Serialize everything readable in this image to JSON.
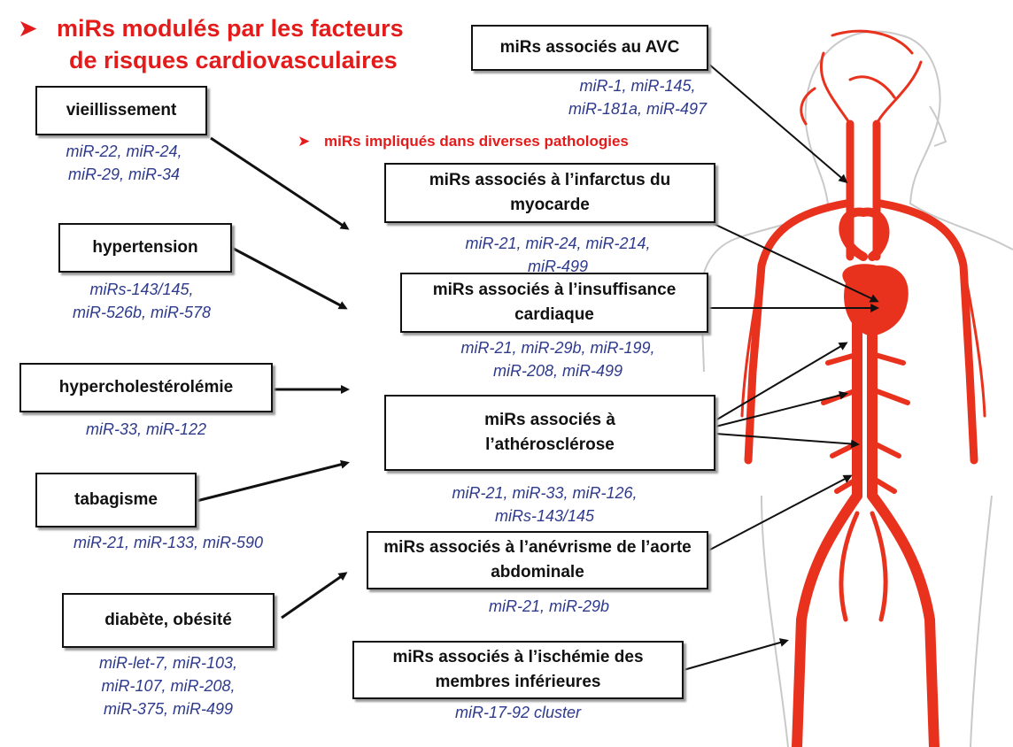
{
  "headings": {
    "left_title_line1": "miRs modulés par les facteurs",
    "left_title_line2": "de risques cardiovasculaires",
    "right_title": "miRs impliqués dans diverses pathologies"
  },
  "risk_factors": [
    {
      "label": "vieillissement",
      "mirs": "miR-22, miR-24,\nmiR-29, miR-34"
    },
    {
      "label": "hypertension",
      "mirs": "miRs-143/145,\nmiR-526b, miR-578"
    },
    {
      "label": "hypercholestérolémie",
      "mirs": "miR-33, miR-122"
    },
    {
      "label": "tabagisme",
      "mirs": "miR-21, miR-133, miR-590"
    },
    {
      "label": "diabète, obésité",
      "mirs": "miR-let-7, miR-103,\nmiR-107, miR-208,\nmiR-375, miR-499"
    }
  ],
  "pathologies": [
    {
      "label": "miRs associés au AVC",
      "mirs": "miR-1, miR-145,\nmiR-181a, miR-497"
    },
    {
      "label": "miRs associés à l’infarctus du myocarde",
      "mirs": "miR-21, miR-24, miR-214,\nmiR-499"
    },
    {
      "label": "miRs associés à l’insuffisance cardiaque",
      "mirs": "miR-21, miR-29b, miR-199,\nmiR-208, miR-499"
    },
    {
      "label": "miRs associés à l’athérosclérose",
      "mirs": "miR-21, miR-33, miR-126,\nmiRs-143/145"
    },
    {
      "label": "miRs associés à l’anévrisme de l’aorte abdominale",
      "mirs": "miR-21, miR-29b"
    },
    {
      "label": "miRs associés à l’ischémie des membres inférieures",
      "mirs": "miR-17-92 cluster"
    }
  ],
  "colors": {
    "heading": "#e41b1b",
    "mir_text": "#2e3a8c",
    "vessels": "#e8321e"
  }
}
